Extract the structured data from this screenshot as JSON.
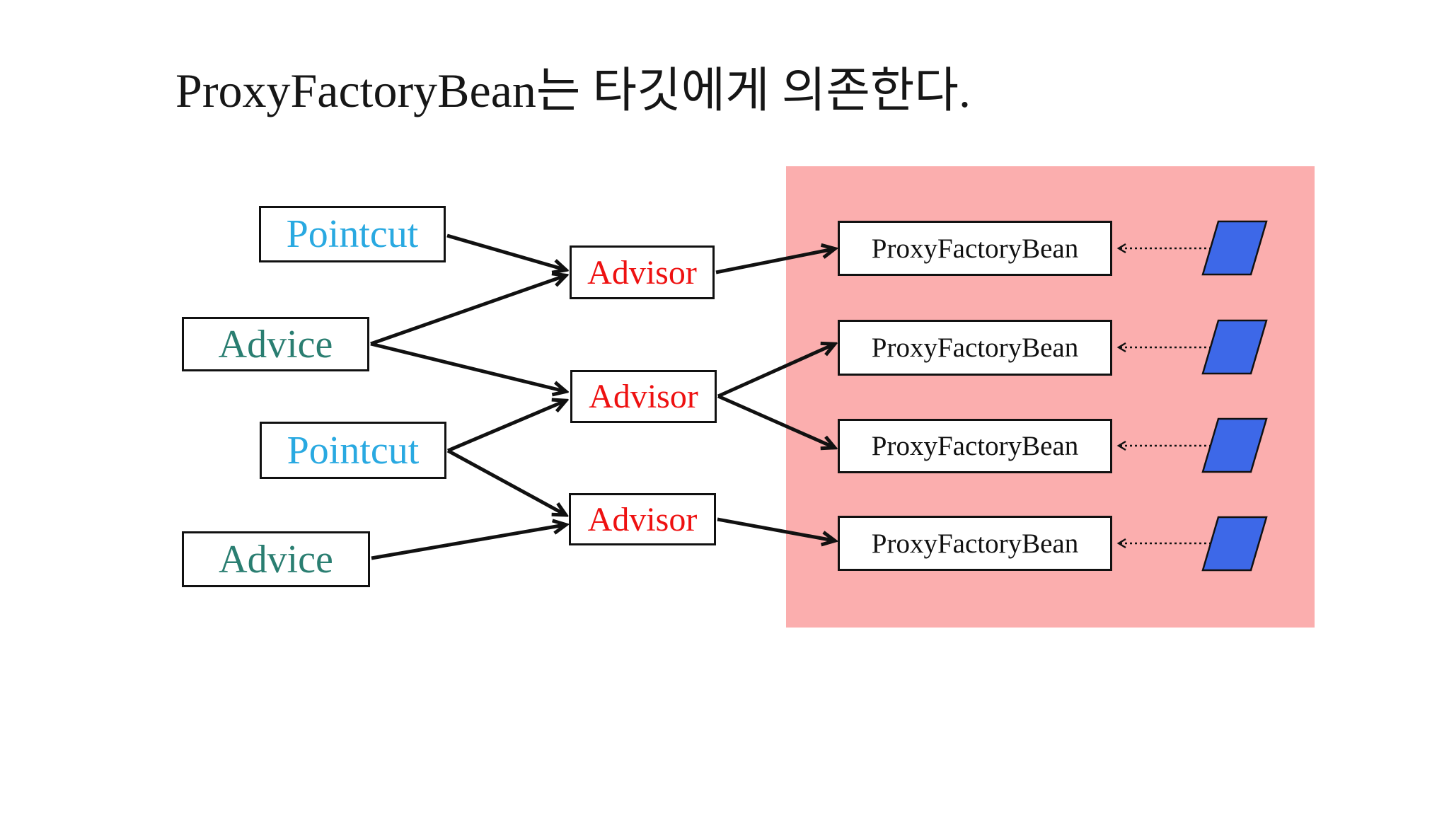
{
  "title": "ProxyFactoryBean는 타깃에게 의존한다.",
  "colors": {
    "slide_background": "#FFFFFF",
    "target_region_background": "#FBAEAE",
    "pointcut_text": "#29A9E1",
    "advice_text": "#2A7E71",
    "advisor_text": "#EE1111",
    "proxy_factory_bean_text": "#111111",
    "node_fill": "#FFFFFF",
    "node_border": "#111111",
    "target_parallelogram_fill": "#3D68E8",
    "arrow_color": "#111111"
  },
  "diagram": {
    "left_nodes": [
      {
        "id": "pointcut-1",
        "label": "Pointcut"
      },
      {
        "id": "advice-1",
        "label": "Advice"
      },
      {
        "id": "pointcut-2",
        "label": "Pointcut"
      },
      {
        "id": "advice-2",
        "label": "Advice"
      }
    ],
    "advisor_nodes": [
      {
        "id": "advisor-1",
        "label": "Advisor"
      },
      {
        "id": "advisor-2",
        "label": "Advisor"
      },
      {
        "id": "advisor-3",
        "label": "Advisor"
      }
    ],
    "proxy_nodes": [
      {
        "id": "proxyfactorybean-1",
        "label": "ProxyFactoryBean"
      },
      {
        "id": "proxyfactorybean-2",
        "label": "ProxyFactoryBean"
      },
      {
        "id": "proxyfactorybean-3",
        "label": "ProxyFactoryBean"
      },
      {
        "id": "proxyfactorybean-4",
        "label": "ProxyFactoryBean"
      }
    ],
    "targets": [
      {
        "id": "target-1",
        "shape": "parallelogram"
      },
      {
        "id": "target-2",
        "shape": "parallelogram"
      },
      {
        "id": "target-3",
        "shape": "parallelogram"
      },
      {
        "id": "target-4",
        "shape": "parallelogram"
      }
    ],
    "edges_solid": [
      {
        "from": "pointcut-1",
        "to": "advisor-1"
      },
      {
        "from": "advice-1",
        "to": "advisor-1"
      },
      {
        "from": "advice-1",
        "to": "advisor-2"
      },
      {
        "from": "pointcut-2",
        "to": "advisor-2"
      },
      {
        "from": "pointcut-2",
        "to": "advisor-3"
      },
      {
        "from": "advice-2",
        "to": "advisor-3"
      },
      {
        "from": "advisor-1",
        "to": "proxyfactorybean-1"
      },
      {
        "from": "advisor-2",
        "to": "proxyfactorybean-2"
      },
      {
        "from": "advisor-2",
        "to": "proxyfactorybean-3"
      },
      {
        "from": "advisor-3",
        "to": "proxyfactorybean-4"
      }
    ],
    "edges_dotted": [
      {
        "from": "target-1",
        "to": "proxyfactorybean-1"
      },
      {
        "from": "target-2",
        "to": "proxyfactorybean-2"
      },
      {
        "from": "target-3",
        "to": "proxyfactorybean-3"
      },
      {
        "from": "target-4",
        "to": "proxyfactorybean-4"
      }
    ]
  }
}
